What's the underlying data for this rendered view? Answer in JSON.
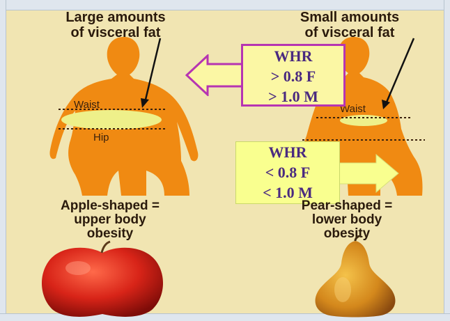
{
  "captions": {
    "left_line1": "Large amounts",
    "left_line2": "of visceral fat",
    "right_line1": "Small amounts",
    "right_line2": "of visceral fat"
  },
  "labels": {
    "waist_left": "Waist",
    "hip_left": "Hip",
    "waist_right": "Waist"
  },
  "whr_upper": {
    "title": "WHR",
    "line1": "> 0.8 F",
    "line2": "> 1.0 M"
  },
  "whr_lower": {
    "title": "WHR",
    "line1": "< 0.8 F",
    "line2": "< 1.0 M"
  },
  "shapes": {
    "apple_line1": "Apple-shaped  =",
    "apple_line2": "upper body",
    "apple_line3": "obesity",
    "pear_line1": "Pear-shaped  =",
    "pear_line2": "lower body",
    "pear_line3": "obesity"
  },
  "colors": {
    "body": "#f08a12",
    "background": "#f1e5b2",
    "arrow_border": "#b634b2",
    "box_fill": "#fbf7a4",
    "apple": "#d82418",
    "pear": "#d4881c"
  }
}
